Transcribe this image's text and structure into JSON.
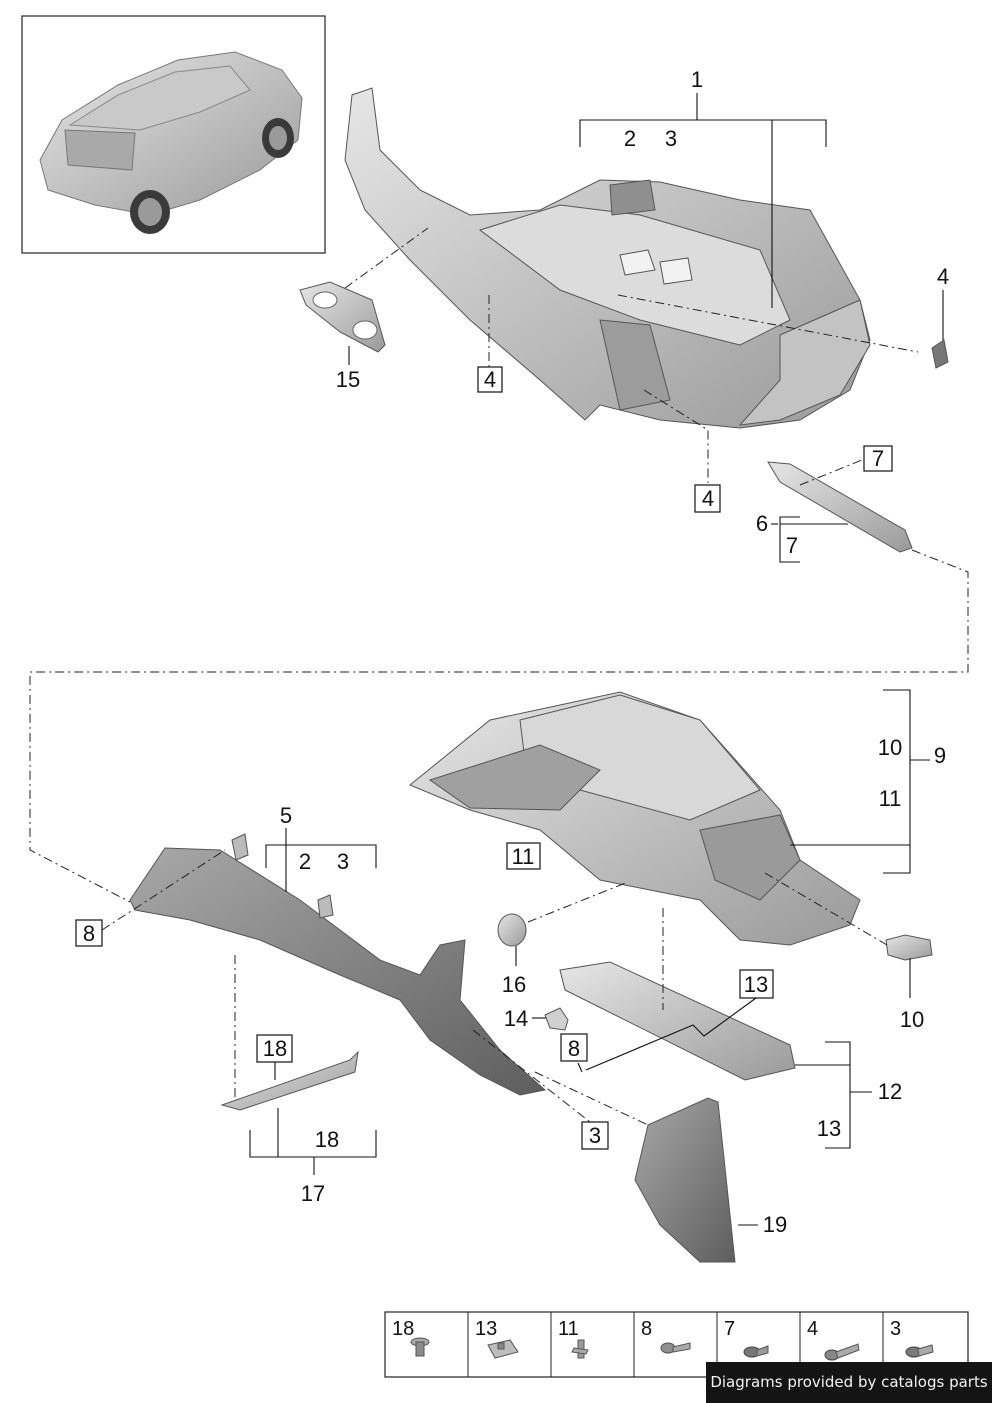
{
  "labels": {
    "l1": "1",
    "l2a": "2",
    "l3a": "3",
    "l4a": "4",
    "l4b": "4",
    "l4c": "4",
    "l15": "15",
    "l7a": "7",
    "l6": "6",
    "l7b": "7",
    "l10a": "10",
    "l9": "9",
    "l11a": "11",
    "l11b": "11",
    "l5": "5",
    "l2b": "2",
    "l3b": "3",
    "l8a": "8",
    "l16": "16",
    "l13a": "13",
    "l10b": "10",
    "l14": "14",
    "l8b": "8",
    "l18a": "18",
    "l12": "12",
    "l13b": "13",
    "l3c": "3",
    "l18b": "18",
    "l17": "17",
    "l19": "19"
  },
  "hardware_table": [
    "18",
    "13",
    "11",
    "8",
    "7",
    "4",
    "3"
  ],
  "credit": "Diagrams provided by catalogs parts"
}
